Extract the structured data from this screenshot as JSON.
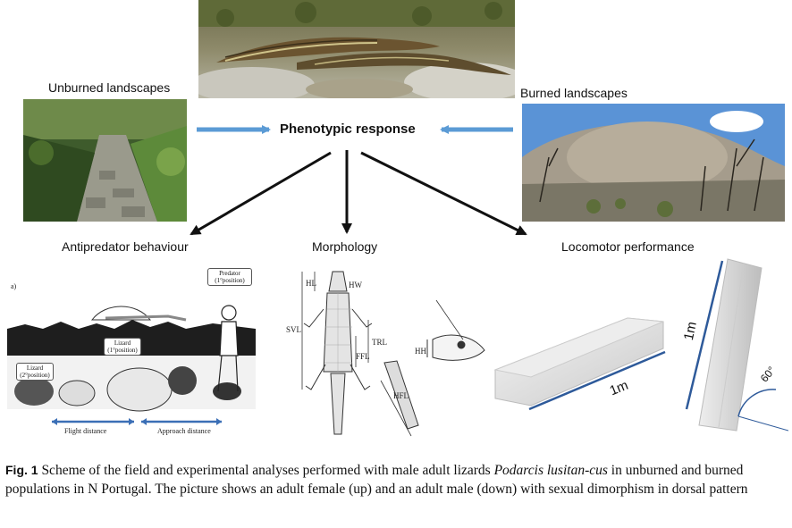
{
  "top_labels": {
    "unburned": "Unburned landscapes",
    "burned": "Burned landscapes",
    "center": "Phenotypic response"
  },
  "branches": {
    "left": "Antipredator behaviour",
    "middle": "Morphology",
    "right": "Locomotor performance"
  },
  "antipredator_panel": {
    "panel_letter": "a)",
    "predator": "Predator (1°position)",
    "lizard_first": "Lizard (1°position)",
    "lizard_second": "Lizard (2°position)",
    "flight_distance": "Flight distance",
    "approach_distance": "Approach distance"
  },
  "morphology_panel": {
    "hl": "HL",
    "hw": "HW",
    "svl": "SVL",
    "trl": "TRL",
    "ffl": "FFL",
    "hh": "HH",
    "hfl": "HFL"
  },
  "locomotor_panel": {
    "box_length_1": "1m",
    "box_length_2": "1m",
    "angle": "60°"
  },
  "caption": {
    "fig_label": "Fig. 1",
    "text_before_species": " Scheme of the field and experimental analyses performed with male adult lizards ",
    "species": "Podarcis lusitan-cus",
    "text_after_species": " in unburned and burned populations in N Portugal. The picture shows an adult female (up) and an adult male (down) with sexual dimorphism in dorsal pattern"
  },
  "colors": {
    "blue_arrow": "#5b9bd5",
    "black_arrow": "#111111",
    "dimension_line": "#2e5a9a"
  }
}
